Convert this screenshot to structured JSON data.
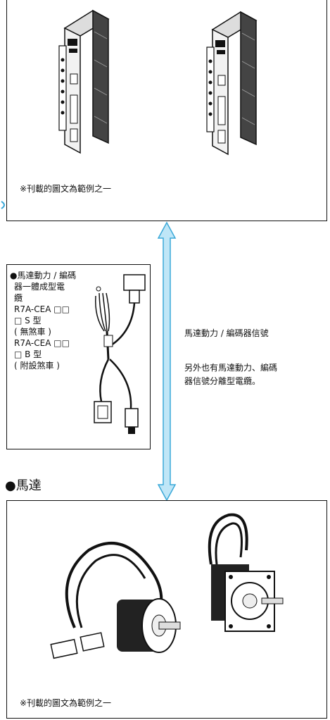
{
  "top_panel": {
    "caption": "※刊載的圖文為範例之一"
  },
  "cable_panel": {
    "heading_lines": [
      "●馬達動力 / 編碼",
      "器一體成型電",
      "纜"
    ],
    "model_lines": [
      "R7A-CEA □□",
      "□ S 型",
      "( 無煞車 )",
      "R7A-CEA □□",
      "□ B 型",
      "( 附設煞車 )"
    ]
  },
  "right_text": {
    "title": "馬達動力 / 編碼器信號",
    "description_lines": [
      "另外也有馬達動力、編碼",
      "器信號分離型電纜。"
    ]
  },
  "motor_section": {
    "heading": "●馬達",
    "caption": "※刊載的圖文為範例之一"
  },
  "colors": {
    "arrow_fill": "#bfe6f7",
    "arrow_stroke": "#3aa8d8",
    "border": "#111111"
  }
}
